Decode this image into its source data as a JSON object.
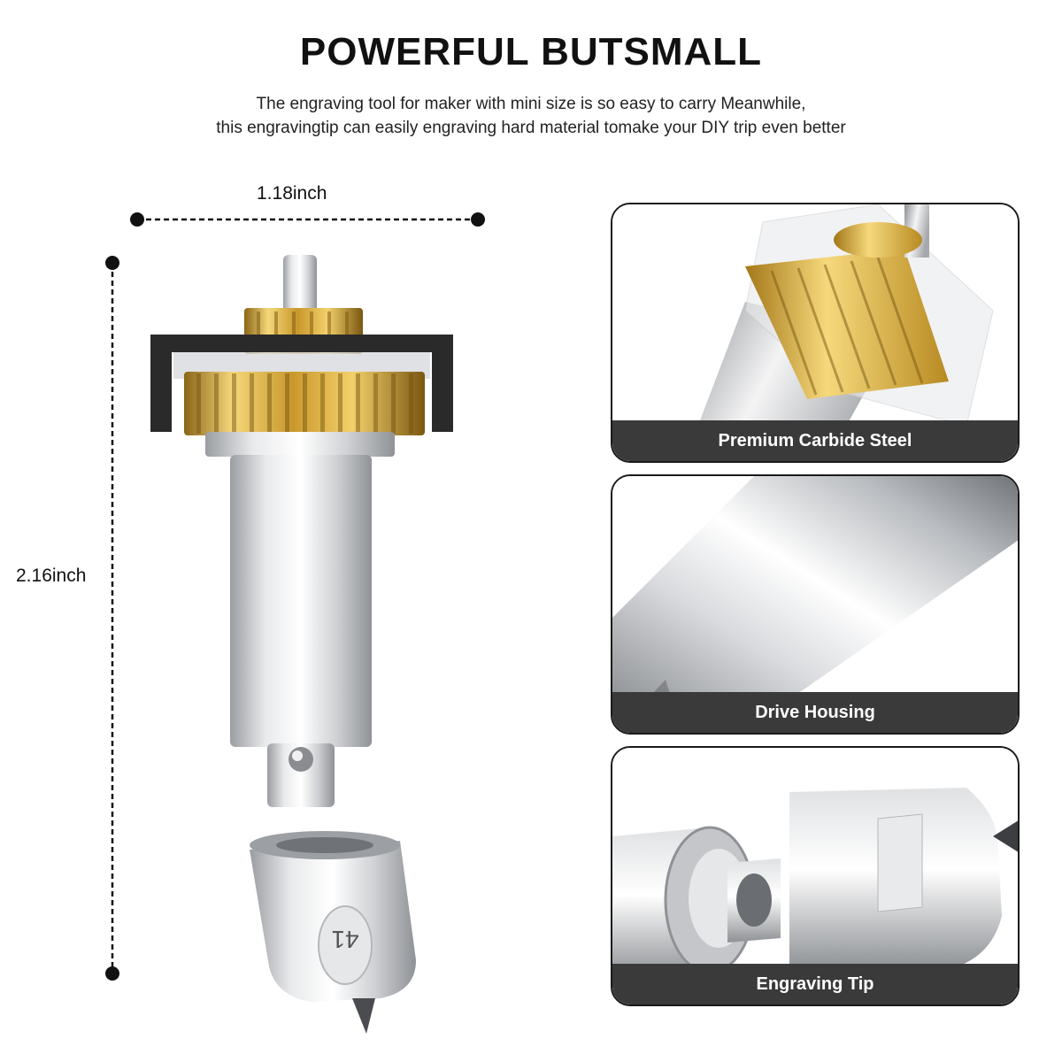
{
  "header": {
    "title": "POWERFUL BUTSMALL",
    "subtitle_line1": "The engraving tool for maker with mini size is so easy to carry Meanwhile,",
    "subtitle_line2": "this engravingtip can easily engraving hard material tomake your DIY trip even better"
  },
  "dimensions": {
    "width_label": "1.18inch",
    "height_label": "2.16inch"
  },
  "product": {
    "tip_number": "41"
  },
  "panels": [
    {
      "label": "Premium Carbide Steel"
    },
    {
      "label": "Drive Housing"
    },
    {
      "label": "Engraving Tip"
    }
  ],
  "colors": {
    "panel_bar": "#3a3a3a",
    "gold": "#d9a93a",
    "steel": "#c9cbce"
  }
}
